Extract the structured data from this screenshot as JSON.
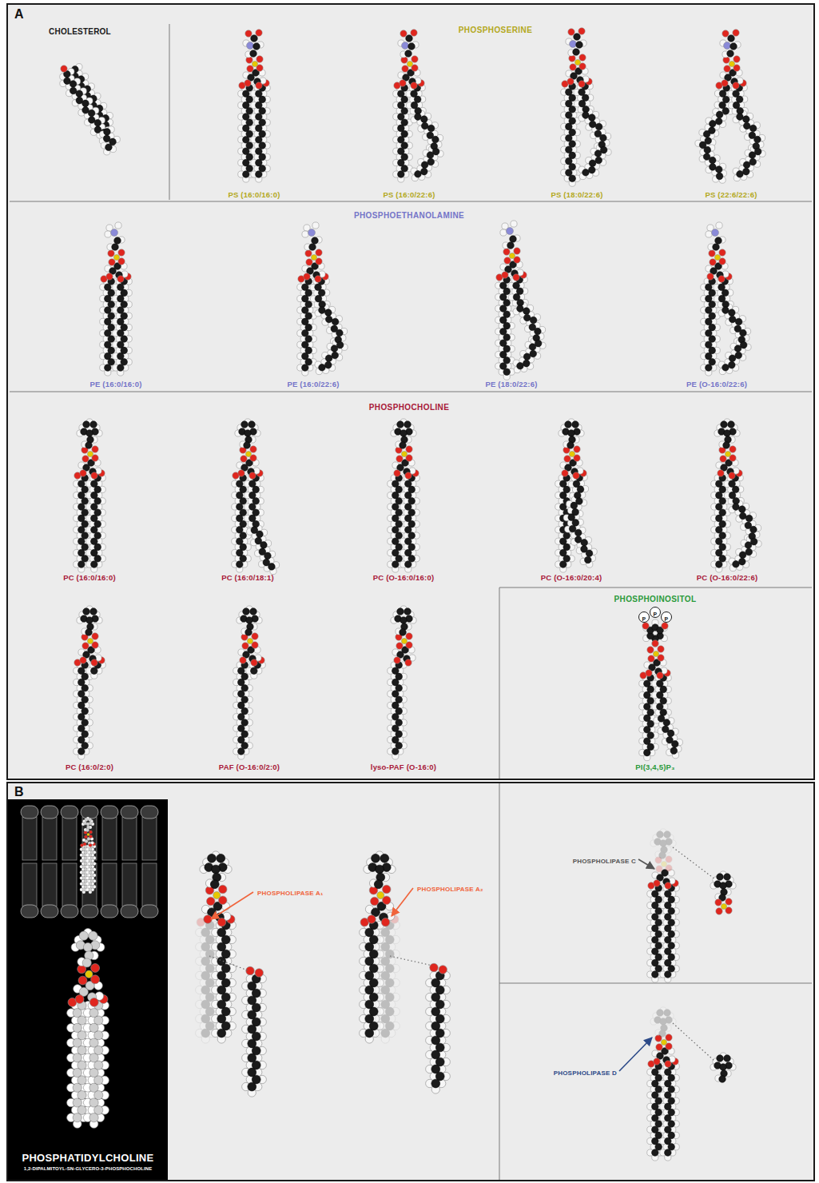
{
  "diagram": {
    "nodes": [
      {
        "text": [
          "A"
        ]
      },
      {
        "text": [
          "B"
        ]
      },
      {
        "text": [
          "PHOSPHATIDYLCHOLINE",
          "1,2-DIPALMITOYL-SN-GLYCERO-3-PHOSPHOCHOLINE"
        ],
        "in": 1
      }
    ],
    "labels": [
      "CHOLESTEROL",
      "PHOSPHOSERINE",
      "PS (16:0/16:0)",
      "PS (16:0/22:6)",
      "PS (18:0/22:6)",
      "PS (22:6/22:6)",
      "PHOSPHOETHANOLAMINE",
      "PE (16:0/16:0)",
      "PE (16:0/22:6)",
      "PE (18:0/22:6)",
      "PE (O-16:0/22:6)",
      "PHOSPHOCHOLINE",
      "PC (16:0/16:0)",
      "PC (16:0/18:1)",
      "PC (O-16:0/16:0)",
      "PC (O-16:0/20:4)",
      "PC (O-16:0/22:6)",
      "PC (16:0/2:0)",
      "PAF (O-16:0/2:0)",
      "lyso-PAF (O-16:0)",
      "PHOSPHOINOSITOL",
      "P",
      "P",
      "P",
      "PI(3,4,5)P₃",
      "PHOSPHOLIPASE A₁",
      "PHOSPHOLIPASE A₂",
      "PHOSPHOLIPASE C",
      "PHOSPHOLIPASE D"
    ]
  }
}
